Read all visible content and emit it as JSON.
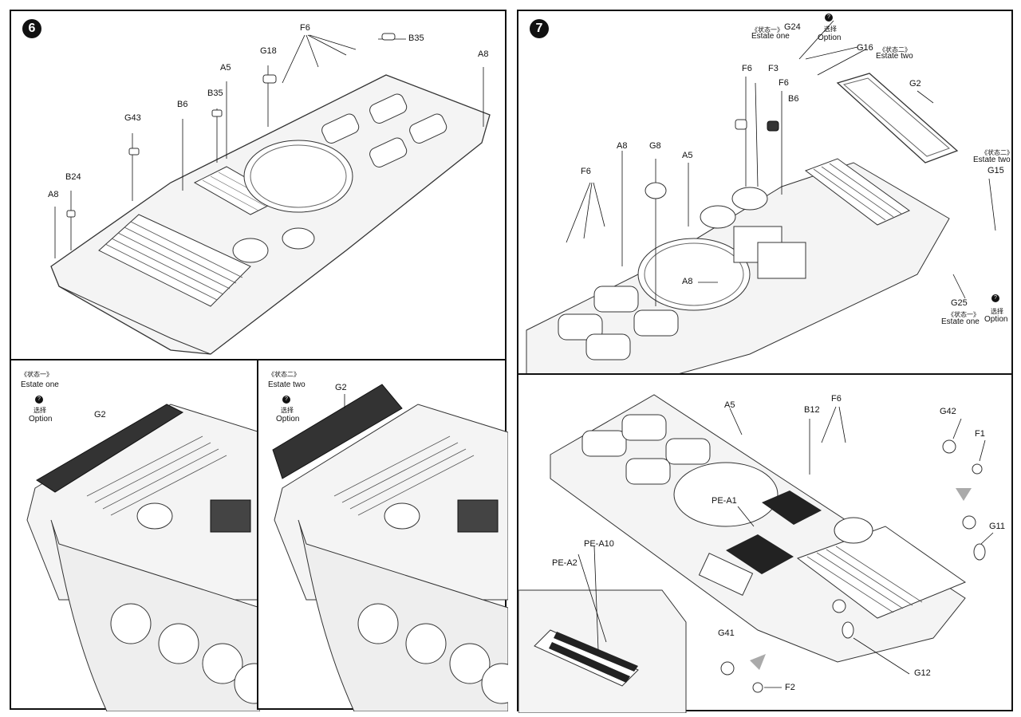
{
  "steps": {
    "step6": {
      "number": "6"
    },
    "step7": {
      "number": "7"
    }
  },
  "step6_labels": {
    "F6": "F6",
    "B35_top": "B35",
    "G18": "G18",
    "A5": "A5",
    "A8_right": "A8",
    "B35": "B35",
    "B6": "B6",
    "G43": "G43",
    "B24": "B24",
    "A8_left": "A8"
  },
  "estate_one_panel": {
    "cn": "《状态一》",
    "en": "Estate one",
    "option_cn": "选择",
    "option_en": "Option",
    "part": "G2"
  },
  "estate_two_panel": {
    "cn": "《状态二》",
    "en": "Estate two",
    "option_cn": "选择",
    "option_en": "Option",
    "part": "G2"
  },
  "step7_labels": {
    "G24": "G24",
    "G24_cn": "《状态一》",
    "G24_en": "Estate one",
    "opt_cn": "选择",
    "opt_en": "Option",
    "G16": "G16",
    "G16_cn": "《状态二》",
    "G16_en": "Estate two",
    "G2": "G2",
    "F6_a": "F6",
    "F3": "F3",
    "F6_b": "F6",
    "B6": "B6",
    "A8": "A8",
    "G8": "G8",
    "A5": "A5",
    "F6_left": "F6",
    "A8_center": "A8",
    "right_cn": "《状态二》",
    "right_en": "Estate two",
    "G15": "G15",
    "G25": "G25",
    "G25_cn": "《状态一》",
    "G25_en": "Estate one",
    "opt2_cn": "选择",
    "opt2_en": "Option"
  },
  "step7b_labels": {
    "A5": "A5",
    "B12": "B12",
    "F6": "F6",
    "G42": "G42",
    "F1": "F1",
    "PE_A1": "PE-A1",
    "PE_A10": "PE-A10",
    "PE_A2": "PE-A2",
    "G11": "G11",
    "G41": "G41",
    "G12": "G12",
    "F2": "F2"
  },
  "colors": {
    "ink": "#111111",
    "line": "#333333",
    "hull": "#f4f4f4",
    "dark": "#333333"
  }
}
